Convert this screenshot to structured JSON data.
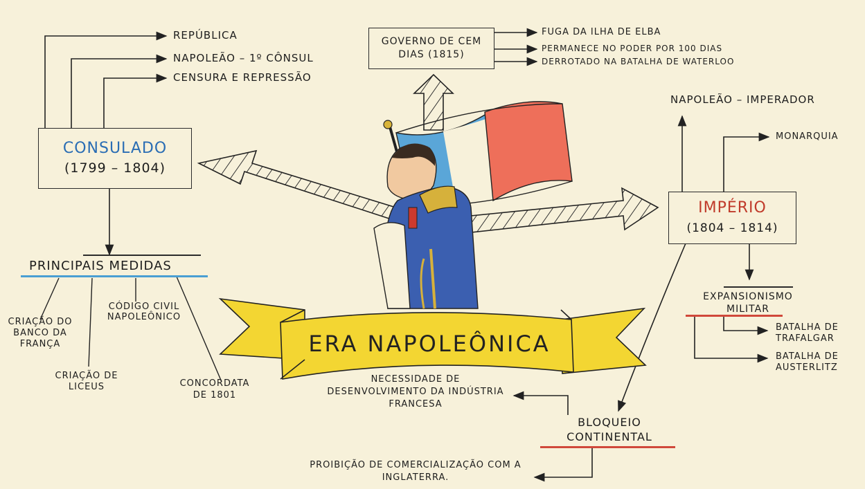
{
  "title": "ERA NAPOLEÔNICA",
  "consulado": {
    "title": "CONSULADO",
    "years": "(1799 – 1804)",
    "outputs": [
      "REPÚBLICA",
      "NAPOLEÃO – 1º CÔNSUL",
      "CENSURA E REPRESSÃO"
    ]
  },
  "medidas": {
    "title": "PRINCIPAIS MEDIDAS",
    "items": [
      "CRIAÇÃO DO BANCO DA FRANÇA",
      "CRIAÇÃO DE LICEUS",
      "CÓDIGO CIVIL NAPOLEÔNICO",
      "CONCORDATA DE 1801"
    ]
  },
  "governo": {
    "title": "GOVERNO DE CEM DIAS (1815)",
    "outputs": [
      "FUGA DA ILHA DE ELBA",
      "PERMANECE NO PODER POR 100 DIAS",
      "DERROTADO NA BATALHA DE WATERLOO"
    ]
  },
  "imperio": {
    "title": "IMPÉRIO",
    "years": "(1804 – 1814)",
    "outputs": [
      "NAPOLEÃO – IMPERADOR",
      "MONARQUIA"
    ]
  },
  "expansionismo": {
    "title": "EXPANSIONISMO MILITAR",
    "battles": [
      "BATALHA DE TRAFALGAR",
      "BATALHA DE AUSTERLITZ"
    ]
  },
  "bloqueio": {
    "title": "BLOQUEIO CONTINENTAL",
    "outputs": [
      "NECESSIDADE DE DESENVOLVIMENTO DA INDÚSTRIA FRANCESA",
      "PROIBIÇÃO DE COMERCIALIZAÇÃO COM A INGLATERRA."
    ]
  },
  "colors": {
    "paper": "#f7f1da",
    "banner": "#f3d632",
    "flag_blue": "#5aa6d8",
    "flag_red": "#ee6f5a",
    "accent_blue": "#2a6db4",
    "accent_red": "#c03a2a"
  }
}
